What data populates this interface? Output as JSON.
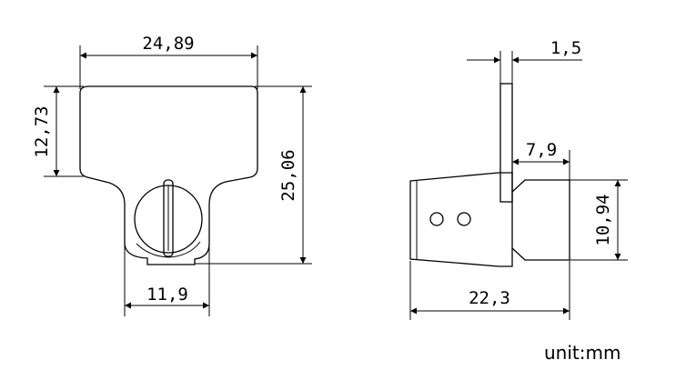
{
  "dimensions": {
    "tag_width": "24,89",
    "tag_head_height": "12,73",
    "tag_total_height": "25,06",
    "ring_width": "11,9",
    "tab_thickness": "1,5",
    "body_offset": "7,9",
    "body_height": "10,94",
    "body_length": "22,3"
  },
  "unit_label": "unit:mm"
}
